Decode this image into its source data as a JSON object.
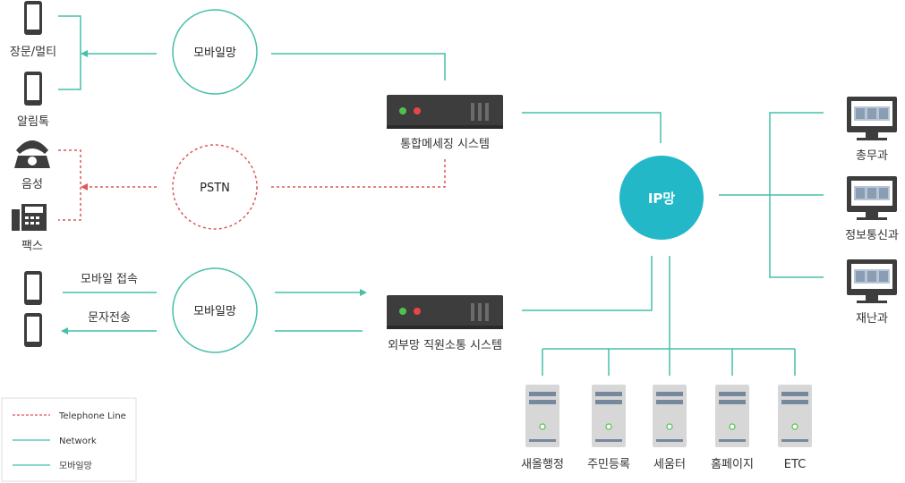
{
  "colors": {
    "network": "#45bfa9",
    "telephone": "#e05656",
    "ip_fill": "#23b8c7",
    "device": "#3d3d3d",
    "server_light": "#d7d7d7",
    "server_stripe": "#76889b"
  },
  "devices": {
    "sms_multi": "장문/멀티",
    "alimtalk": "알림톡",
    "voice": "음성",
    "fax": "팩스"
  },
  "nodes": {
    "mobile_top": "모바일망",
    "pstn": "PSTN",
    "mobile_bottom": "모바일망",
    "ip": "IP망"
  },
  "systems": {
    "integrated": "통합메세징 시스템",
    "external": "외부망 직원소통 시스템"
  },
  "flows": {
    "mobile_access": "모바일 접속",
    "sms_send": "문자전송"
  },
  "departments": [
    "총무과",
    "정보통신과",
    "재난과"
  ],
  "servers": [
    "새올행정",
    "주민등록",
    "세움터",
    "홈페이지",
    "ETC"
  ],
  "legend": {
    "telephone": "Telephone Line",
    "network": "Network",
    "mobile": "모바일망"
  }
}
